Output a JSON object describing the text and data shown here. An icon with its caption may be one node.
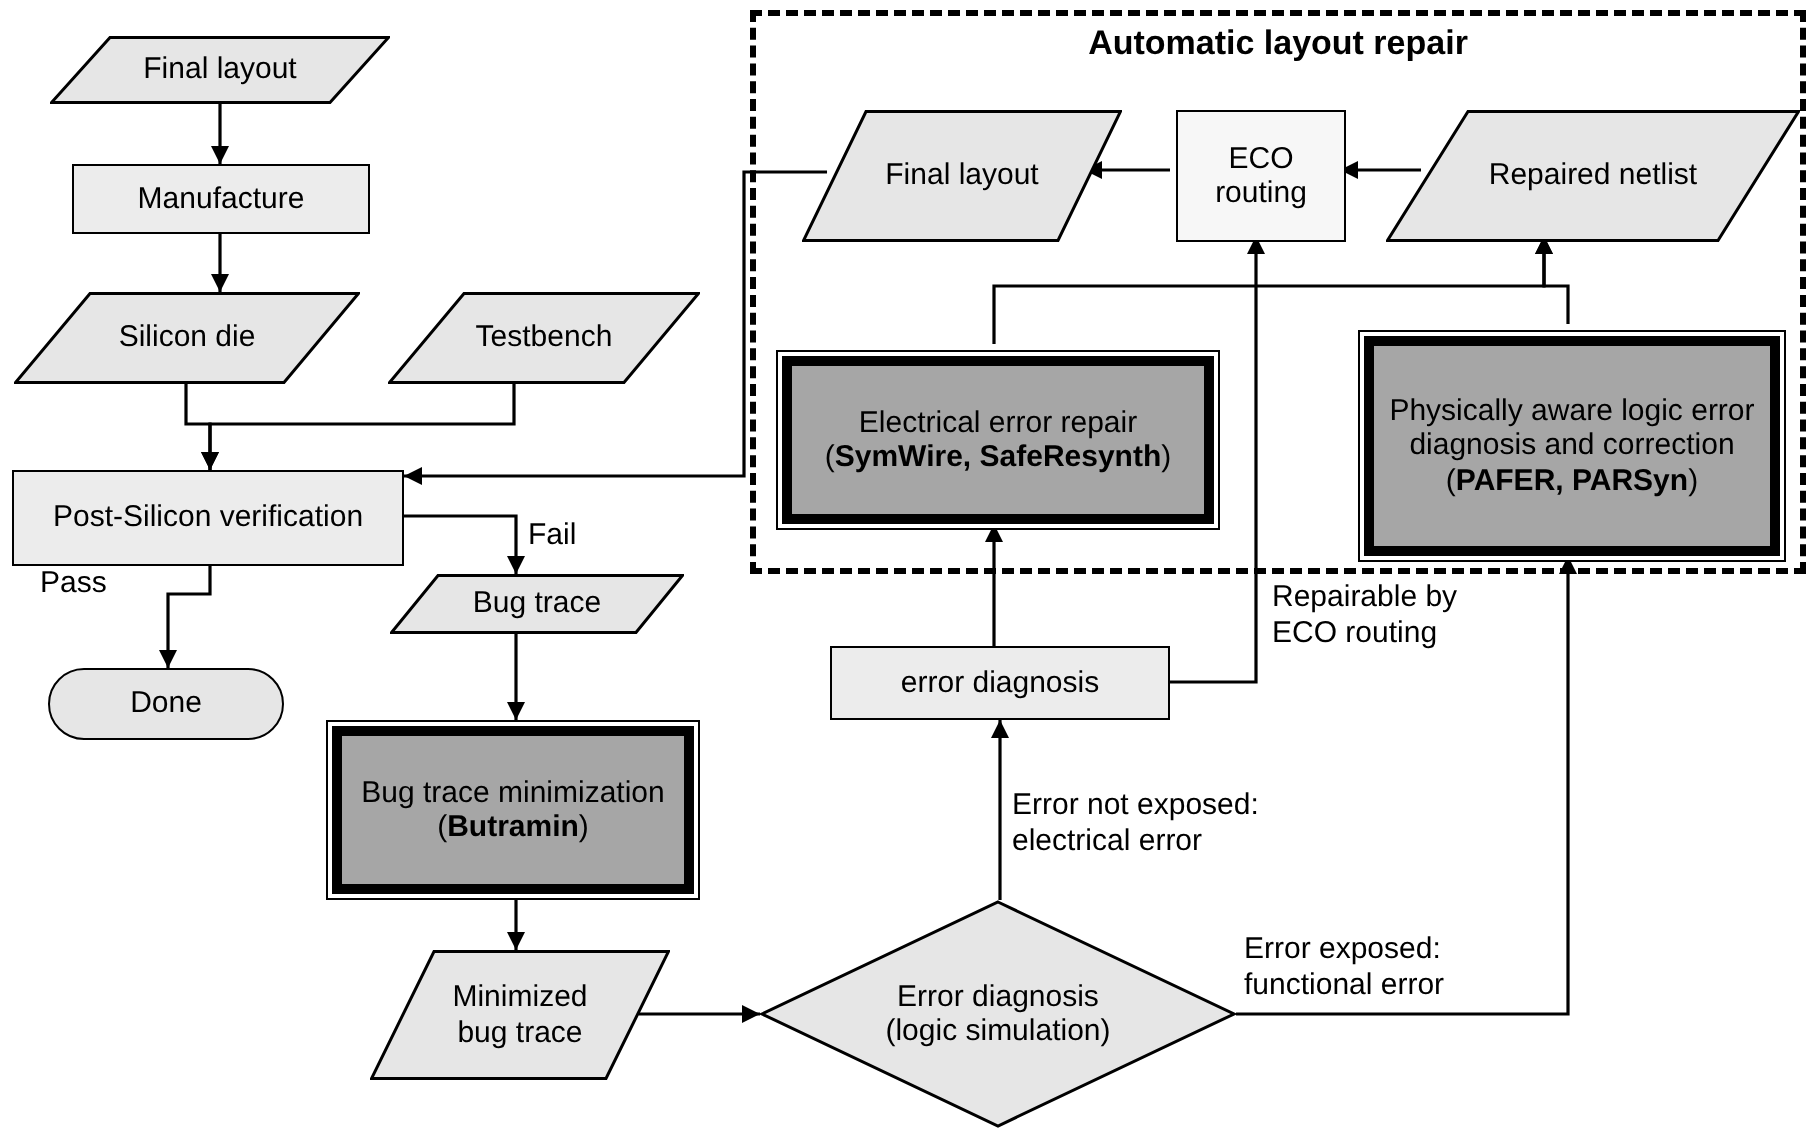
{
  "diagram": {
    "nodes": [
      {
        "text": [
          "Final layout"
        ]
      },
      {
        "text": [
          "Manufacture"
        ]
      },
      {
        "text": [
          "Silicon die"
        ]
      },
      {
        "text": [
          "Testbench"
        ]
      },
      {
        "text": [
          "Post-Silicon verification"
        ]
      },
      {
        "text": [
          "Done"
        ]
      },
      {
        "text": [
          "Bug trace"
        ]
      },
      {
        "text": [
          "Bug trace minimization (**Butramin**)"
        ]
      },
      {
        "text": [
          "Minimized bug trace"
        ]
      },
      {
        "text": [
          "Error diagnosis (logic simulation)"
        ]
      },
      {
        "text": [
          "error diagnosis"
        ]
      },
      {
        "text": [
          "Automatic layout repair"
        ]
      },
      {
        "text": [
          "Final layout"
        ],
        "in": 11
      },
      {
        "text": [
          "ECO routing"
        ],
        "in": 11
      },
      {
        "text": [
          "Repaired netlist"
        ],
        "in": 11
      },
      {
        "text": [
          "Electrical error repair (**SymWire,** **SafeResynth**)"
        ],
        "in": 11
      },
      {
        "text": [
          "Physically aware logic error diagnosis and correction (**PAFER, PARSyn**)"
        ],
        "in": 11
      }
    ],
    "edges": [
      {
        "from": 0,
        "to": 1,
        "arrow": "to"
      },
      {
        "from": 1,
        "to": 2,
        "arrow": "to"
      },
      {
        "from": 2,
        "to": 4,
        "arrow": "to"
      },
      {
        "from": 3,
        "to": 4,
        "arrow": "to"
      },
      {
        "from": 12,
        "to": 4,
        "arrow": "to"
      },
      {
        "from": 4,
        "to": 6,
        "arrow": "to",
        "label": "Fail"
      },
      {
        "from": 4,
        "to": 5,
        "arrow": "to",
        "label": "Pass"
      },
      {
        "from": 6,
        "to": 7,
        "arrow": "to"
      },
      {
        "from": 7,
        "to": 8,
        "arrow": "to"
      },
      {
        "from": 8,
        "to": 9,
        "arrow": "to"
      },
      {
        "from": 9,
        "to": 10,
        "arrow": "to",
        "label": "Error not exposed: electrical error"
      },
      {
        "from": 9,
        "to": 16,
        "arrow": "to",
        "label": "Error exposed: functional error"
      },
      {
        "from": 10,
        "to": 15,
        "arrow": "to"
      },
      {
        "from": 10,
        "to": 13,
        "arrow": "to",
        "label": "Repairable by ECO routing"
      },
      {
        "from": 15,
        "to": 14,
        "arrow": "to"
      },
      {
        "from": 16,
        "to": 14,
        "arrow": "to"
      },
      {
        "from": 14,
        "to": 13,
        "arrow": "to"
      },
      {
        "from": 13,
        "to": 12,
        "arrow": "to"
      }
    ]
  }
}
